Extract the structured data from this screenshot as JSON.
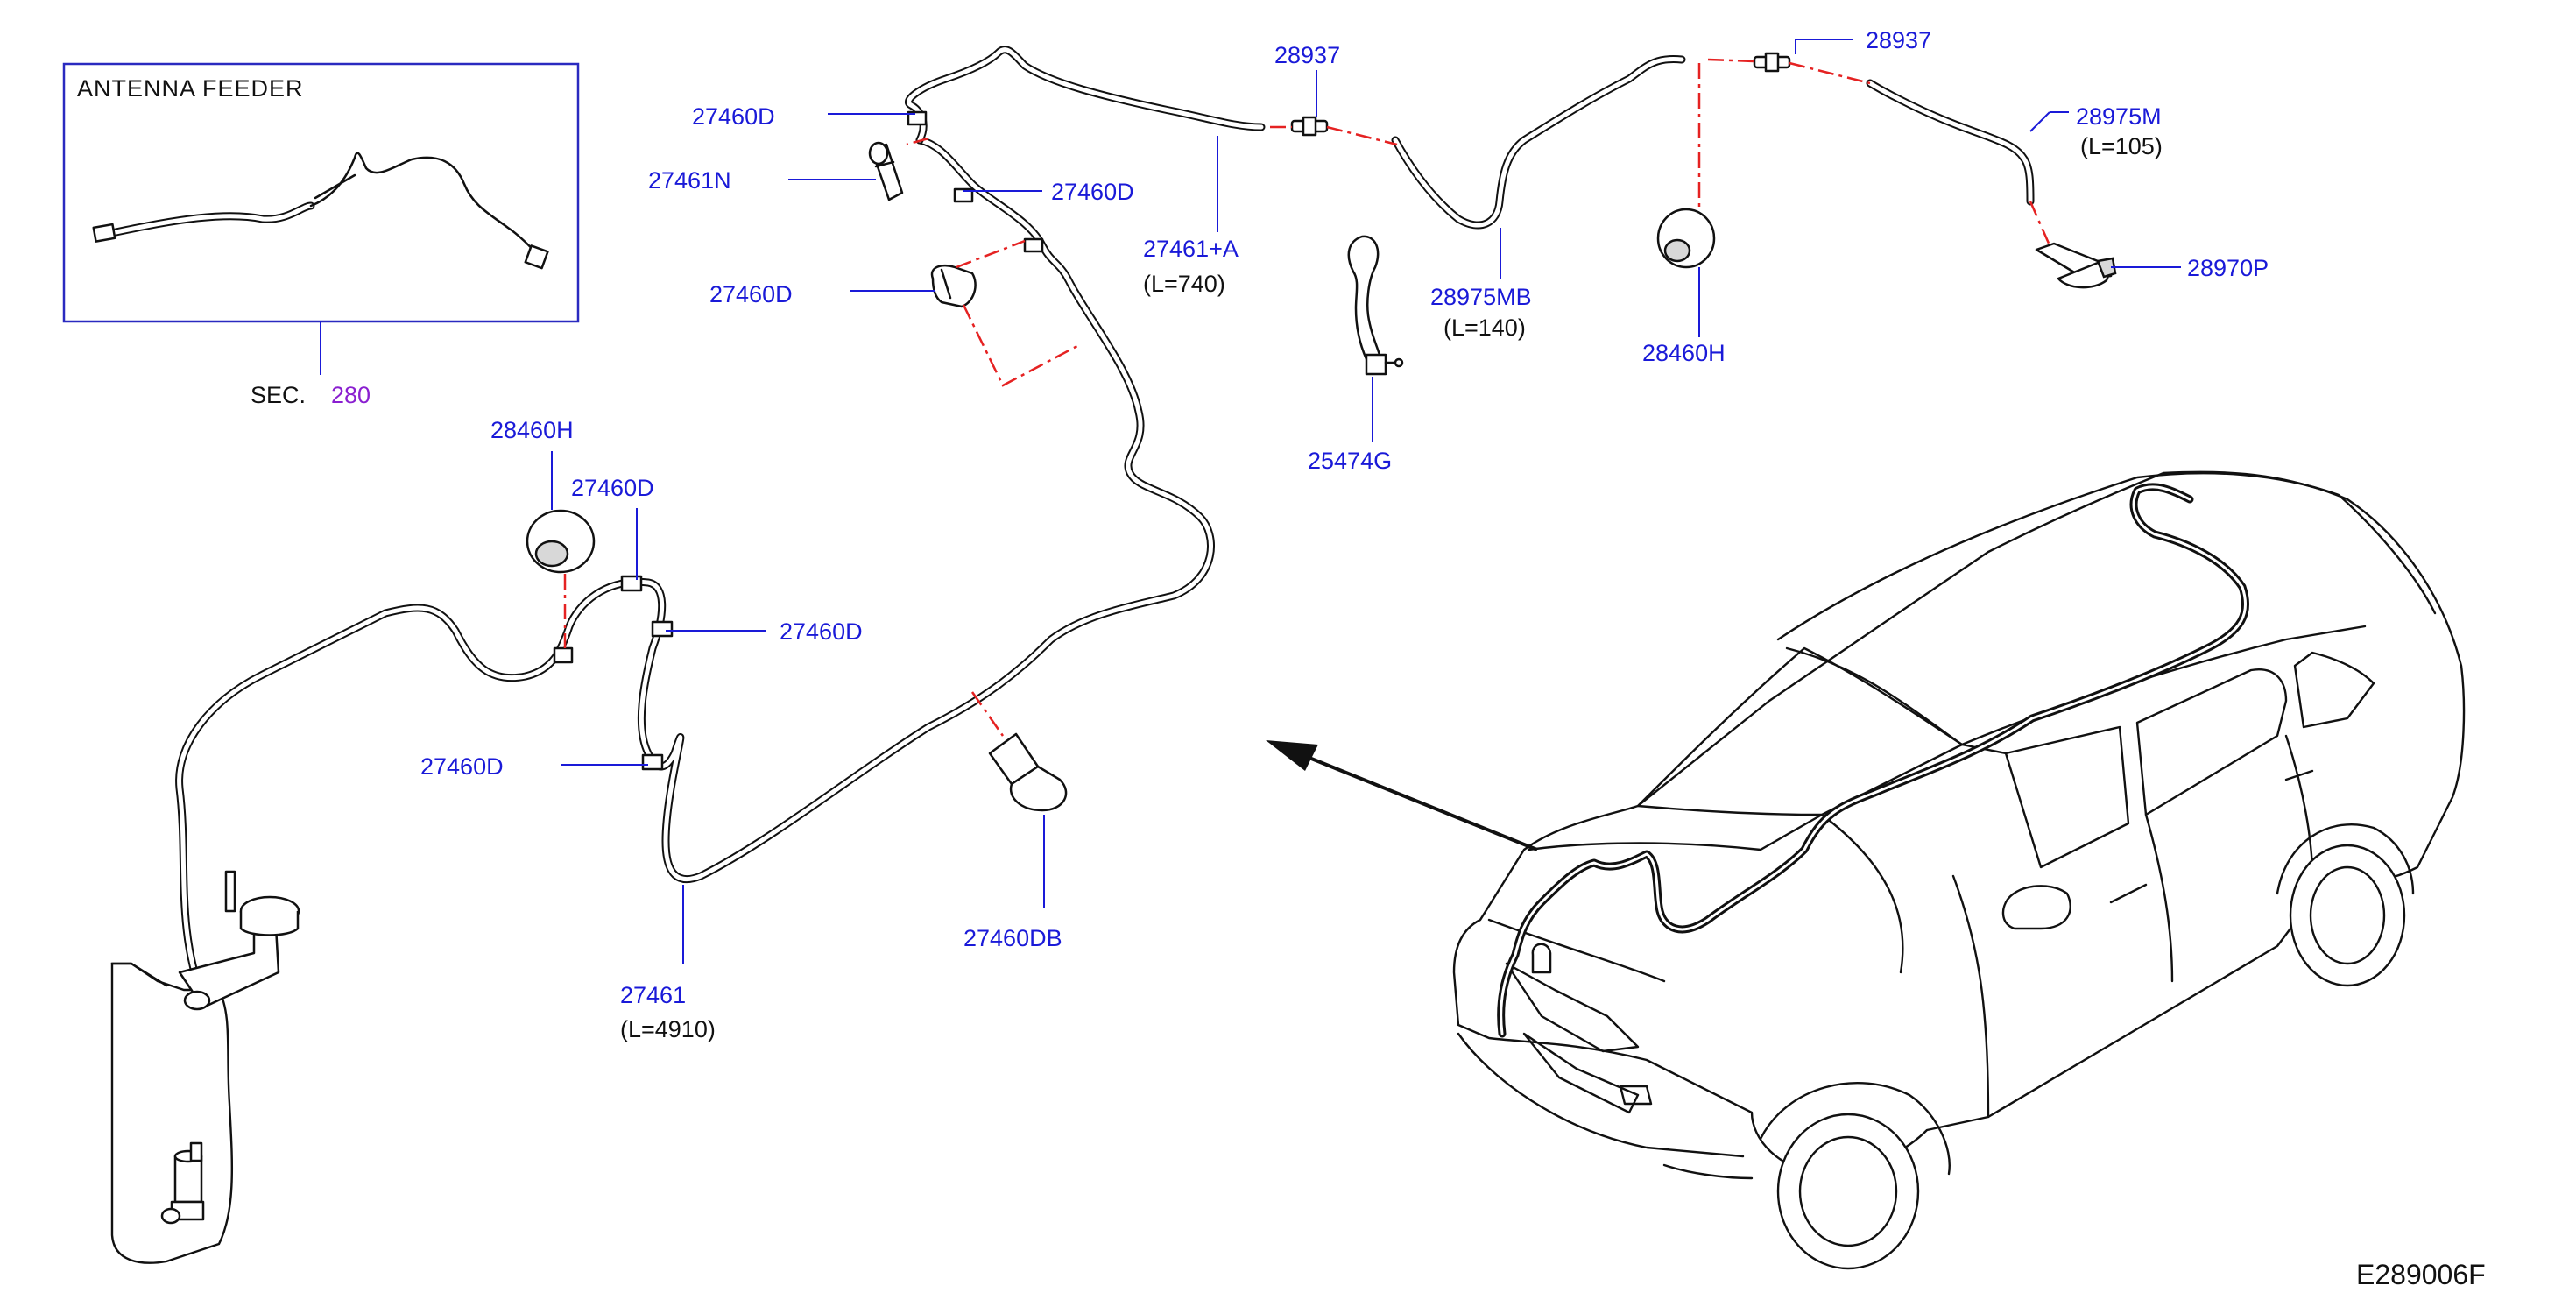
{
  "inset": {
    "title": "ANTENNA   FEEDER",
    "section_label": "SEC.",
    "section_number": "280"
  },
  "labels": {
    "p27460D_a": "27460D",
    "p27461N": "27461N",
    "p27460D_b": "27460D",
    "p27461A": "27461+A",
    "p27461A_len": "(L=740)",
    "p27460D_c": "27460D",
    "p28937_a": "28937",
    "p28937_b": "28937",
    "p28975MB": "28975MB",
    "p28975MB_len": "(L=140)",
    "p25474G": "25474G",
    "p28460H_a": "28460H",
    "p28975M": "28975M",
    "p28975M_len": "(L=105)",
    "p28970P": "28970P",
    "p28460H_b": "28460H",
    "p27460D_d": "27460D",
    "p27460D_e": "27460D",
    "p27460D_f": "27460D",
    "p27461": "27461",
    "p27461_len": "(L=4910)",
    "p27460DB": "27460DB"
  },
  "drawing_code": "E289006F",
  "colors": {
    "part_number": "#1a1ad8",
    "section_number": "#8a1fd0",
    "phantom_line": "#e52222",
    "line_art": "#111111"
  }
}
